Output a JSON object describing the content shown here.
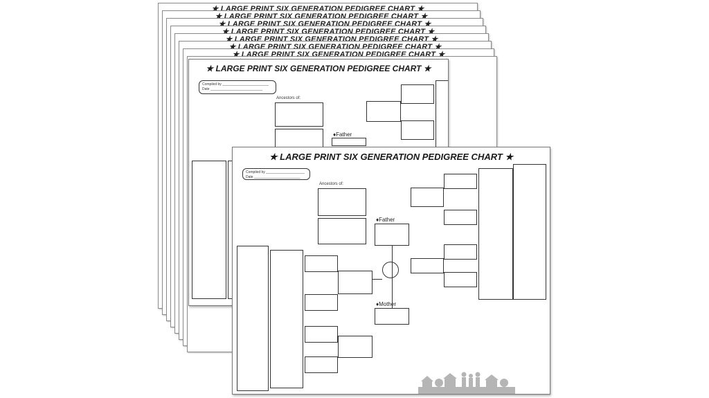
{
  "chart_title": "LARGE PRINT SIX GENERATION PEDIGREE CHART",
  "compiled_by_label": "Compiled by",
  "date_label": "Date",
  "ancestors_of_label": "Ancestors of:",
  "father_label": "Father",
  "mother_label": "Mother",
  "colors": {
    "ink": "#333333",
    "paper": "#ffffff",
    "skyline": "#b5b5b5"
  }
}
